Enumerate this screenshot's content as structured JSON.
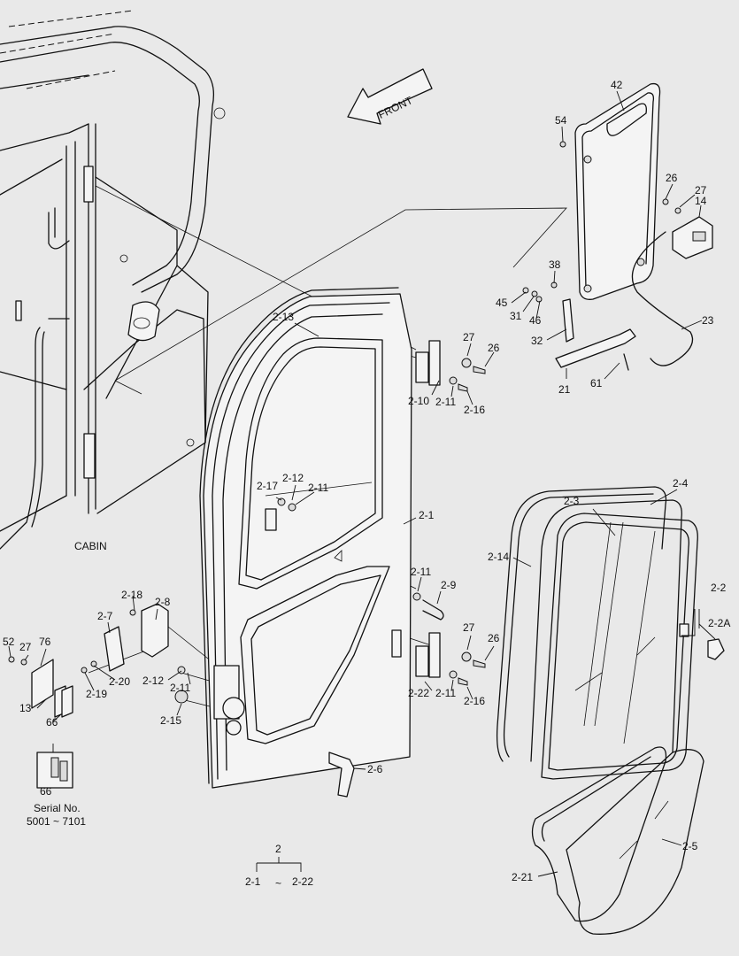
{
  "labels": [
    {
      "id": "42",
      "text": "42"
    },
    {
      "id": "54",
      "text": "54"
    },
    {
      "id": "26a",
      "text": "26"
    },
    {
      "id": "27a",
      "text": "27"
    },
    {
      "id": "14",
      "text": "14"
    },
    {
      "id": "38",
      "text": "38"
    },
    {
      "id": "45",
      "text": "45"
    },
    {
      "id": "31",
      "text": "31"
    },
    {
      "id": "46",
      "text": "46"
    },
    {
      "id": "32",
      "text": "32"
    },
    {
      "id": "23",
      "text": "23"
    },
    {
      "id": "21",
      "text": "21"
    },
    {
      "id": "61",
      "text": "61"
    },
    {
      "id": "2-13",
      "text": "2-13"
    },
    {
      "id": "27b",
      "text": "27"
    },
    {
      "id": "26b",
      "text": "26"
    },
    {
      "id": "2-10",
      "text": "2-10"
    },
    {
      "id": "2-11a",
      "text": "2-11"
    },
    {
      "id": "2-16a",
      "text": "2-16"
    },
    {
      "id": "2-12a",
      "text": "2-12"
    },
    {
      "id": "2-17",
      "text": "2-17"
    },
    {
      "id": "2-11b",
      "text": "2-11"
    },
    {
      "id": "2-1",
      "text": "2-1"
    },
    {
      "id": "2-3",
      "text": "2-3"
    },
    {
      "id": "2-4",
      "text": "2-4"
    },
    {
      "id": "2-14",
      "text": "2-14"
    },
    {
      "id": "cabin",
      "text": "CABIN"
    },
    {
      "id": "2-11c",
      "text": "2-11"
    },
    {
      "id": "2-9",
      "text": "2-9"
    },
    {
      "id": "2-2",
      "text": "2-2"
    },
    {
      "id": "2-2A",
      "text": "2-2A"
    },
    {
      "id": "2-18",
      "text": "2-18"
    },
    {
      "id": "2-8",
      "text": "2-8"
    },
    {
      "id": "2-7",
      "text": "2-7"
    },
    {
      "id": "52",
      "text": "52"
    },
    {
      "id": "27c",
      "text": "27"
    },
    {
      "id": "76",
      "text": "76"
    },
    {
      "id": "27d",
      "text": "27"
    },
    {
      "id": "26c",
      "text": "26"
    },
    {
      "id": "2-20",
      "text": "2-20"
    },
    {
      "id": "2-19",
      "text": "2-19"
    },
    {
      "id": "2-12b",
      "text": "2-12"
    },
    {
      "id": "2-11d",
      "text": "2-11"
    },
    {
      "id": "2-22",
      "text": "2-22"
    },
    {
      "id": "2-11e",
      "text": "2-11"
    },
    {
      "id": "2-16b",
      "text": "2-16"
    },
    {
      "id": "13",
      "text": "13"
    },
    {
      "id": "66a",
      "text": "66"
    },
    {
      "id": "2-15",
      "text": "2-15"
    },
    {
      "id": "2-6",
      "text": "2-6"
    },
    {
      "id": "66b",
      "text": "66"
    },
    {
      "id": "2-5",
      "text": "2-5"
    },
    {
      "id": "2-21",
      "text": "2-21"
    }
  ],
  "serial_note": {
    "line1": "Serial No.",
    "line2": "5001 ~ 7101"
  },
  "group": {
    "top": "2",
    "from": "2-1",
    "tilde": "~",
    "to": "2-22"
  },
  "front_arrow": "FRONT"
}
